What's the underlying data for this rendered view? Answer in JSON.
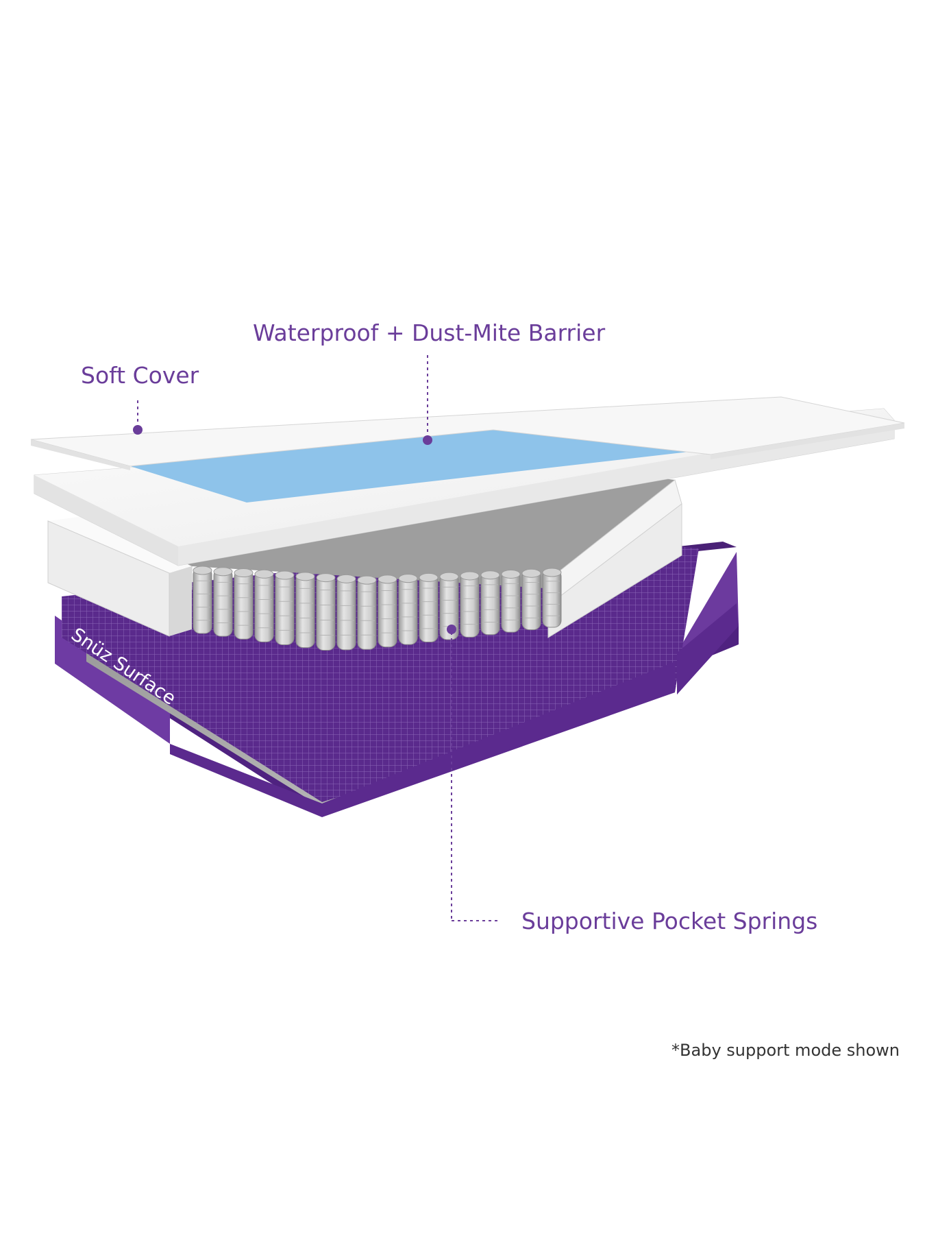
{
  "labels": {
    "soft_cover": "Soft Cover",
    "barrier": "Waterproof + Dust-Mite Barrier",
    "springs": "Supportive Pocket Springs"
  },
  "brand": {
    "name": "Snüz Surface"
  },
  "footnote": "*Baby support mode shown",
  "colors": {
    "label_purple": "#6a3d9a",
    "base_purple": "#5b2a8e",
    "barrier_blue": "#8ec3ea",
    "footnote_gray": "#333333"
  }
}
